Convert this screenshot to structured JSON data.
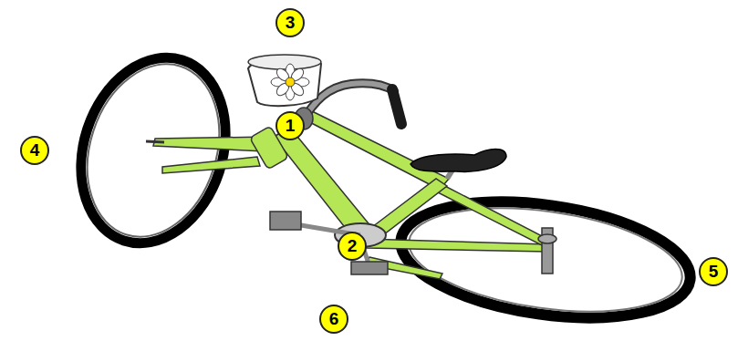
{
  "diagram": {
    "labels": [
      "3",
      "1",
      "4",
      "2",
      "5",
      "6"
    ]
  }
}
